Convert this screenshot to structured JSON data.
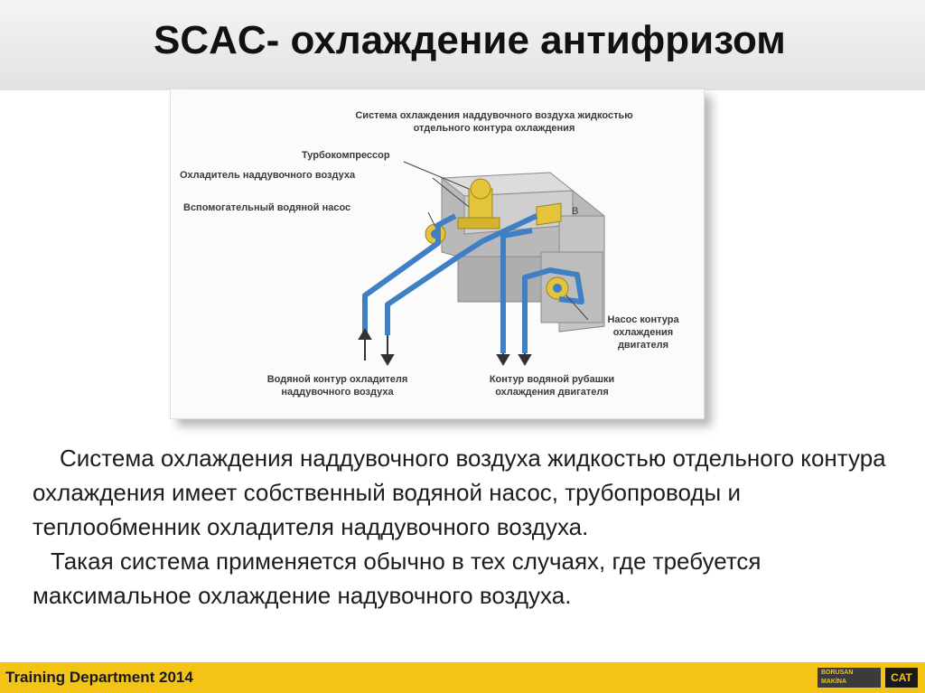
{
  "title": "SCAC- охлаждение антифризом",
  "figure": {
    "label_system_line1": "Система охлаждения наддувочного воздуха жидкостью",
    "label_system_line2": "отдельного контура охлаждения",
    "label_turbo": "Турбокомпрессор",
    "label_aftercooler": "Охладитель наддувочного воздуха",
    "label_aux_pump": "Вспомогательный водяной насос",
    "label_b": "B",
    "label_engine_pump_line1": "Насос контура",
    "label_engine_pump_line2": "охлаждения",
    "label_engine_pump_line3": "двигателя",
    "label_aftercooler_circuit_line1": "Водяной контур охладителя",
    "label_aftercooler_circuit_line2": "наддувочного воздуха",
    "label_jacket_circuit_line1": "Контур водяной рубашки",
    "label_jacket_circuit_line2": "охлаждения двигателя",
    "colors": {
      "pipe": "#3f7fc4",
      "turbo": "#e3c43a",
      "block": "#c8c8c8"
    }
  },
  "body": {
    "para1": "Система охлаждения наддувочного воздуха жидкостью отдельного контура охлаждения имеет собственный водяной насос, трубопроводы и теплообменник охладителя наддувочного воздуха.",
    "para2": "Такая система применяется обычно в тех случаях, где требуется максимальное охлаждение надувочного воздуха."
  },
  "footer": {
    "label": "Training Department 2014",
    "logo_line1": "BORUSAN",
    "logo_line2": "MAKİNA",
    "cat": "CAT"
  }
}
